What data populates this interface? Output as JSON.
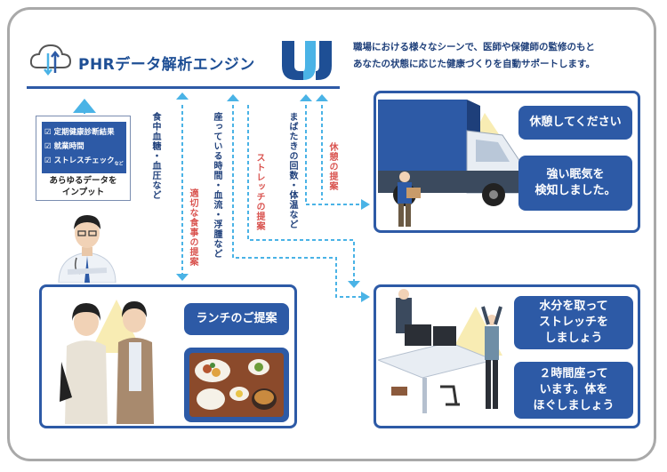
{
  "header": {
    "title": "PHRデータ解析エンジン",
    "logo_letters": "UJ",
    "description_lines": [
      "職場における様々なシーンで、医師や保健師の監修のもと",
      "あなたの状態に応じた健康づくりを自動サポートします。"
    ]
  },
  "input": {
    "items": [
      "定期健康診断結果",
      "就業時間",
      "ストレスチェック"
    ],
    "etc": "など",
    "caption_lines": [
      "あらゆるデータを",
      "インプット"
    ]
  },
  "flow_labels": {
    "food_data": "食中血糖・血圧など",
    "meal_suggestion": "適切な食事の提案",
    "sitting_data": "座っている時間・血流・浮腫など",
    "stretch_suggestion": "ストレッチの提案",
    "blink_data": "まばたきの回数・体温など",
    "rest_suggestion": "休憩の提案"
  },
  "scenes": {
    "truck": {
      "bubbles": [
        {
          "lines": [
            "休憩してください"
          ]
        },
        {
          "lines": [
            "強い眠気を",
            "検知しました。"
          ]
        }
      ]
    },
    "office": {
      "bubbles": [
        {
          "lines": [
            "水分を取って",
            "ストレッチを",
            "しましょう"
          ]
        },
        {
          "lines": [
            "２時間座って",
            "います。体を",
            "ほぐしましょう"
          ]
        }
      ]
    },
    "lunch": {
      "bubbles": [
        {
          "lines": [
            "ランチのご提案"
          ]
        }
      ]
    }
  },
  "colors": {
    "primary": "#2d5aa6",
    "light_blue": "#4ab3e6",
    "red_text": "#d9534f",
    "yellow": "#f6e7a0"
  }
}
